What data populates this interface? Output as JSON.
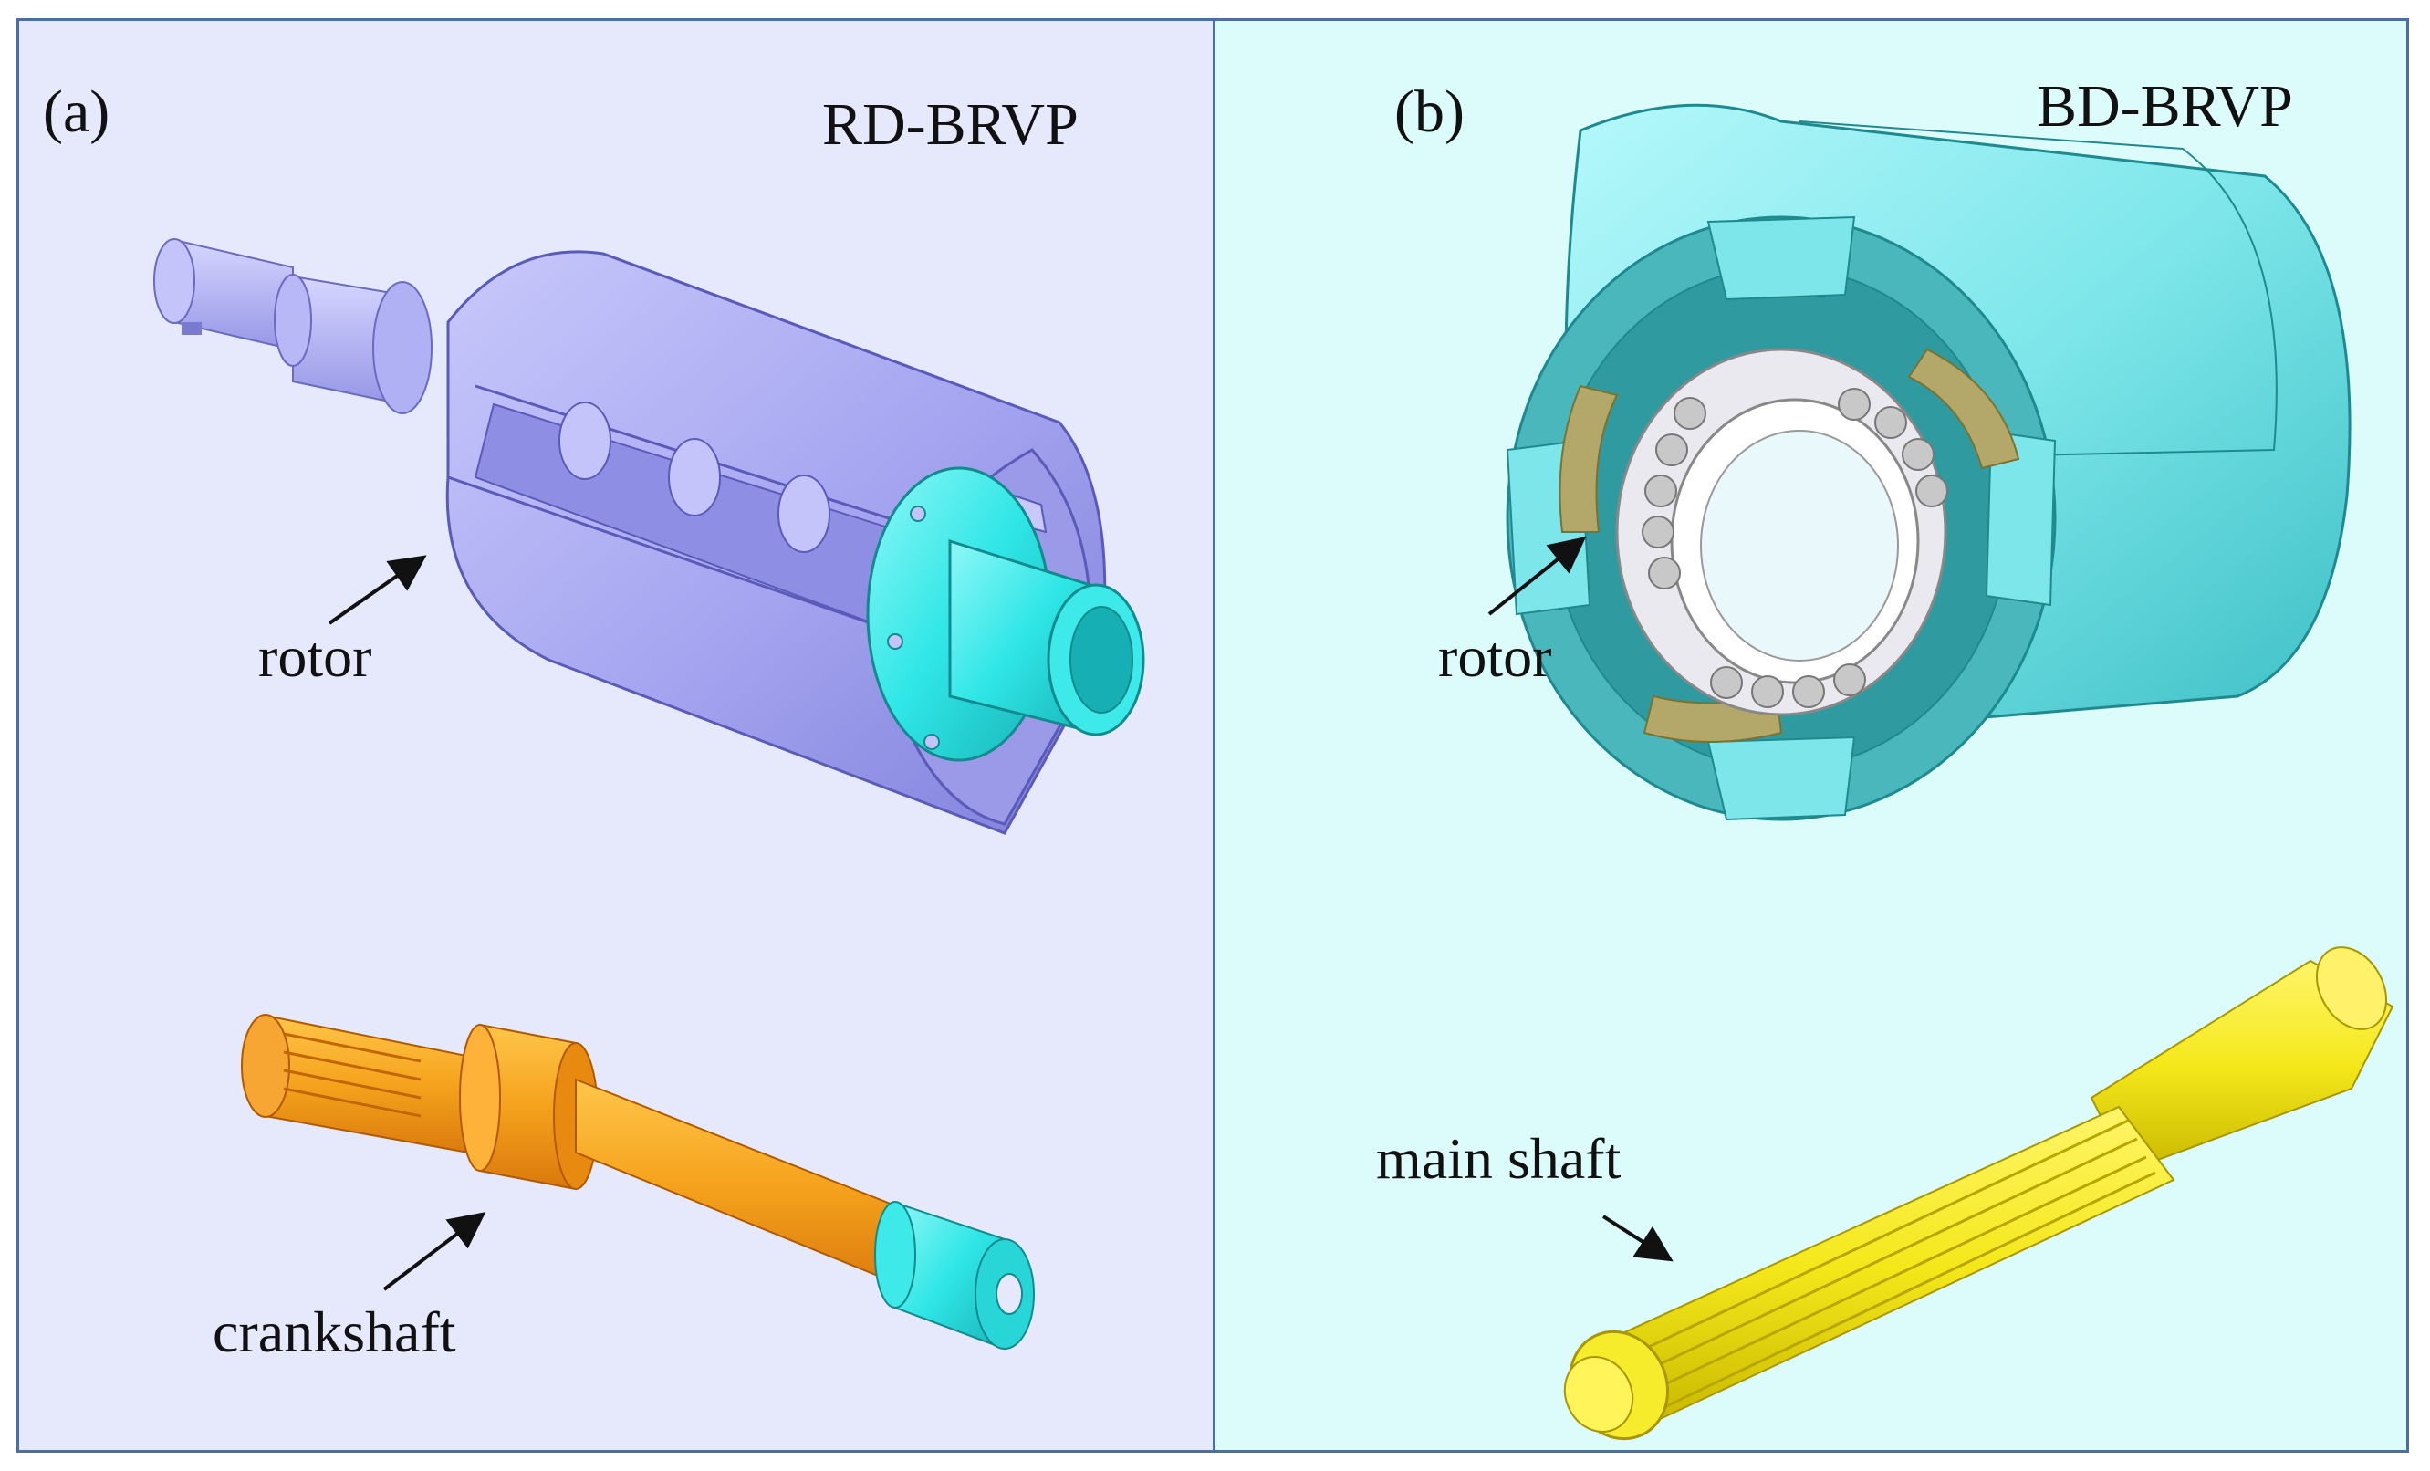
{
  "panels": [
    {
      "label": "(a)",
      "title": "RD-BRVP",
      "callouts": {
        "upper": "rotor",
        "lower": "crankshaft"
      }
    },
    {
      "label": "(b)",
      "title": "BD-BRVP",
      "callouts": {
        "upper": "rotor",
        "lower": "main shaft"
      }
    }
  ],
  "colors": {
    "frame": "#4a6fa5",
    "panel_a_background": "#e6e8fb",
    "panel_b_background": "#dcfbfb",
    "rotor_a": "#a9a9f2",
    "flange_cyan": "#38e8e8",
    "crankshaft_orange": "#f5a21c",
    "rotor_b": "#7de6ea",
    "magnet_olive": "#b3a86a",
    "main_shaft_yellow": "#f4e81a"
  }
}
